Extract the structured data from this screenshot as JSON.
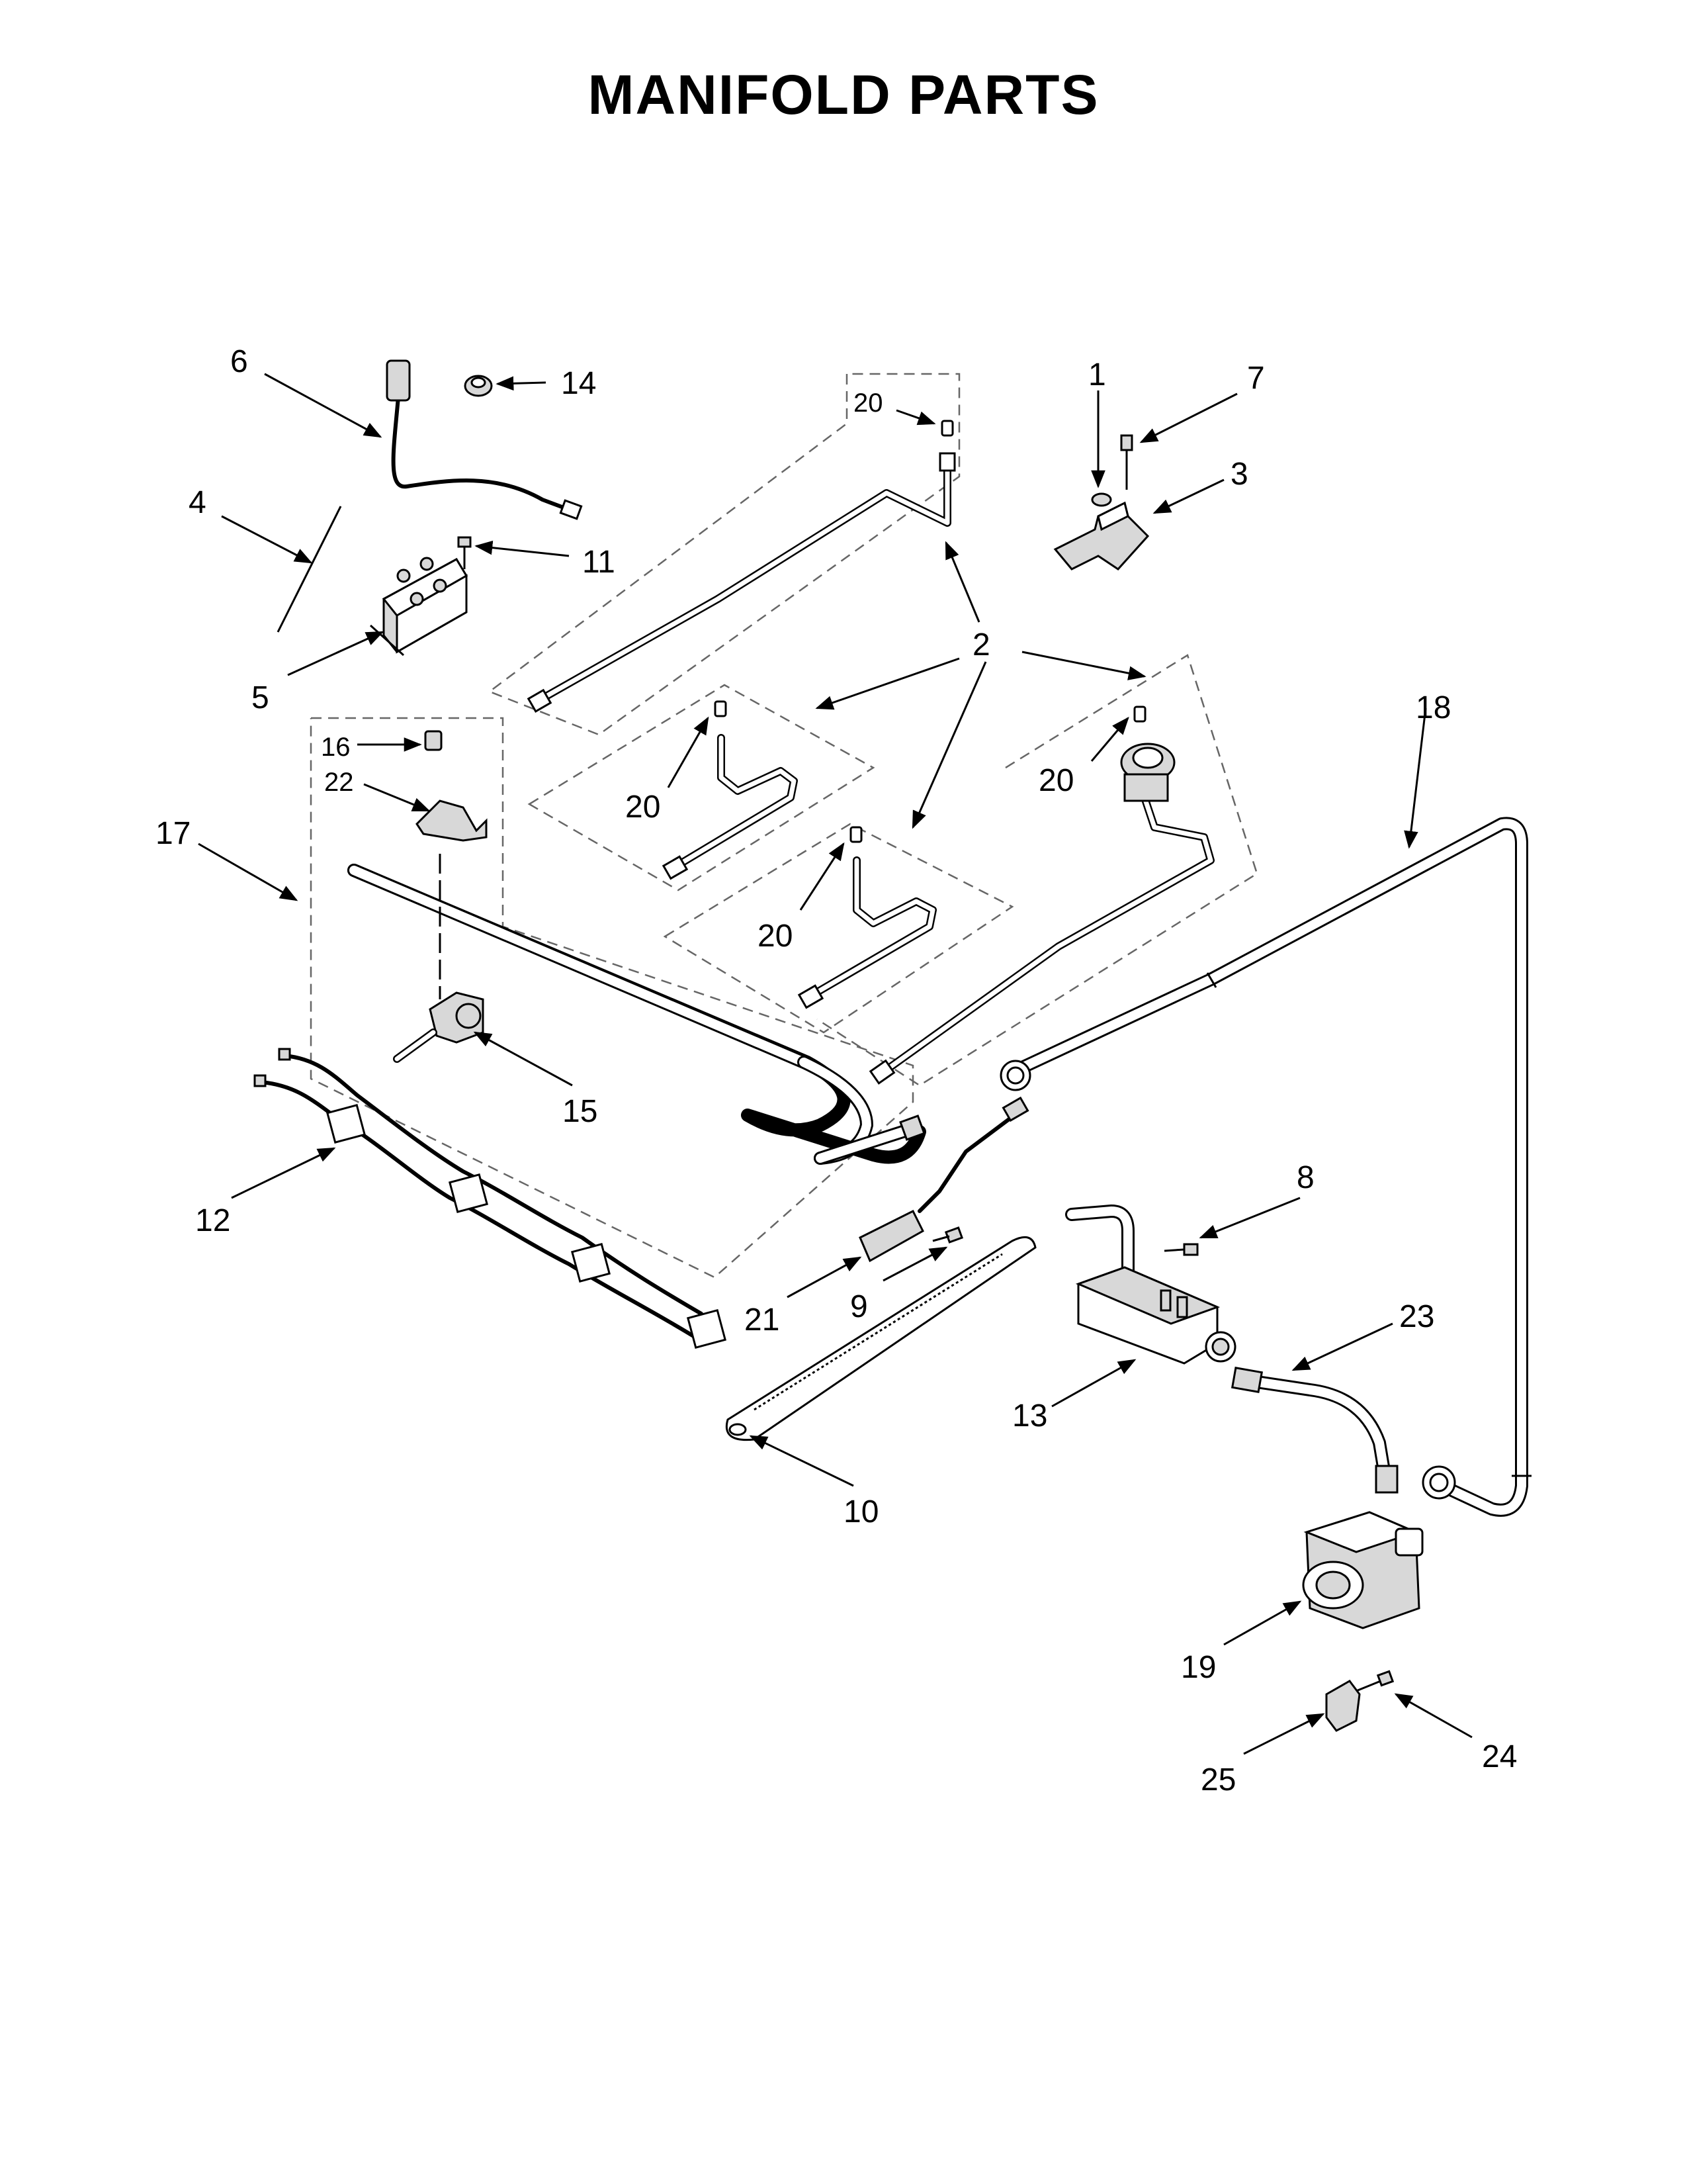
{
  "page": {
    "title": "MANIFOLD PARTS"
  },
  "callouts": {
    "c1": "1",
    "c2": "2",
    "c3": "3",
    "c4": "4",
    "c5": "5",
    "c6": "6",
    "c7": "7",
    "c8": "8",
    "c9": "9",
    "c10": "10",
    "c11": "11",
    "c12": "12",
    "c13": "13",
    "c14": "14",
    "c15": "15",
    "c16": "16",
    "c17": "17",
    "c18": "18",
    "c19": "19",
    "c20a": "20",
    "c20b": "20",
    "c20c": "20",
    "c20d": "20",
    "c21": "21",
    "c22": "22",
    "c23": "23",
    "c24": "24",
    "c25": "25"
  }
}
